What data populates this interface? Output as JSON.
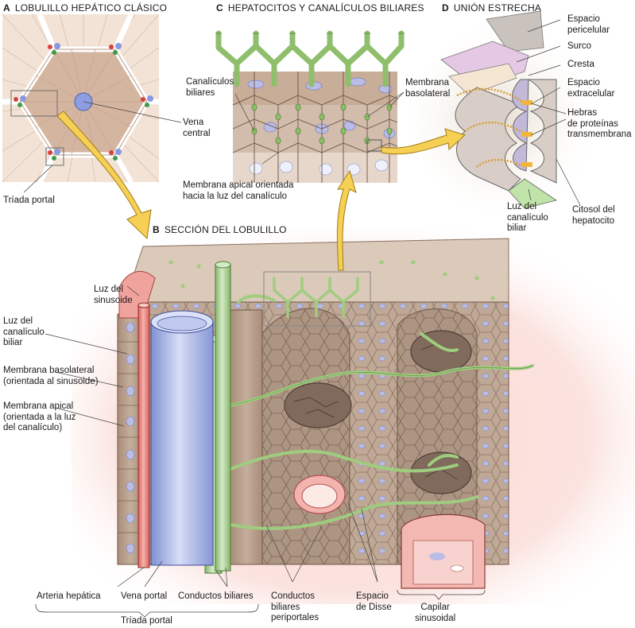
{
  "panels": {
    "A": {
      "letter": "A",
      "title": "LOBULILLO HEPÁTICO CLÁSICO"
    },
    "B": {
      "letter": "B",
      "title": "SECCIÓN DEL LOBULILLO"
    },
    "C": {
      "letter": "C",
      "title": "HEPATOCITOS Y CANALÍCULOS BILIARES"
    },
    "D": {
      "letter": "D",
      "title": "UNIÓN ESTRECHA"
    }
  },
  "labels_a": {
    "vena_central": [
      "Vena",
      "central"
    ],
    "triada_portal": "Tríada portal"
  },
  "labels_c": {
    "canaliculos": [
      "Canalículos",
      "biliares"
    ],
    "membrana_basolateral": [
      "Membrana",
      "basolateral"
    ],
    "membrana_apical": [
      "Membrana apical orientada",
      "hacia la luz del canalículo"
    ]
  },
  "labels_d": {
    "espacio_pericelular": [
      "Espacio",
      "pericelular"
    ],
    "surco": "Surco",
    "cresta": "Cresta",
    "espacio_extracelular": [
      "Espacio",
      "extracelular"
    ],
    "hebras": [
      "Hebras",
      "de proteínas",
      "transmembrana"
    ],
    "luz_canaliculo": [
      "Luz del",
      "canalículo",
      "biliar"
    ],
    "citosol": [
      "Citosol del",
      "hepatocito"
    ]
  },
  "labels_b": {
    "luz_sinusoide": [
      "Luz del",
      "sinusoide"
    ],
    "luz_canaliculo": [
      "Luz del",
      "canalículo",
      "biliar"
    ],
    "membrana_basolateral": [
      "Membrana basolateral",
      "(orientada al sinusoide)"
    ],
    "membrana_apical": [
      "Membrana apical",
      "(orientada a la luz",
      "del canalículo)"
    ],
    "arteria_hepatica": "Arteria hepática",
    "vena_portal": "Vena portal",
    "conductos_biliares": "Conductos biliares",
    "triada_portal": "Tríada portal",
    "conductos_periportales": [
      "Conductos",
      "biliares",
      "periportales"
    ],
    "espacio_disse": [
      "Espacio",
      "de Disse"
    ],
    "capilar_sinusoidal": [
      "Capilar",
      "sinusoidal"
    ]
  },
  "colors": {
    "hepatocyte": "#c9b4a2",
    "hepatocyte_dark": "#a88b76",
    "bile": "#b9d9a3",
    "bile_dark": "#6f9a57",
    "portal_vein": "#a9b7e8",
    "artery": "#e8837f",
    "highlight": "#f7cf4f",
    "nucleus": "#b9bde6"
  }
}
